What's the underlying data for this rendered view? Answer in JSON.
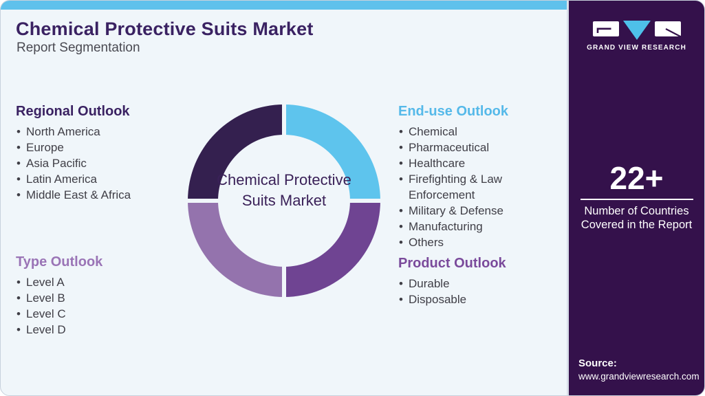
{
  "header": {
    "title": "Chemical Protective Suits Market",
    "subtitle": "Report Segmentation"
  },
  "donut": {
    "center_label": "Chemical Protective Suits Market",
    "segments": [
      {
        "position": "top-left",
        "color": "#34204F",
        "outlook": "Regional Outlook"
      },
      {
        "position": "top-right",
        "color": "#5EC4ED",
        "outlook": "End-use Outlook"
      },
      {
        "position": "bottom-right",
        "color": "#6F4492",
        "outlook": "Product Outlook"
      },
      {
        "position": "bottom-left",
        "color": "#9473AD",
        "outlook": "Type Outlook"
      }
    ]
  },
  "outlooks": {
    "regional": {
      "heading": "Regional Outlook",
      "color": "#3A2262",
      "items": [
        "North America",
        "Europe",
        "Asia Pacific",
        "Latin America",
        "Middle East & Africa"
      ]
    },
    "enduse": {
      "heading": "End-use Outlook",
      "color": "#55B9E9",
      "items": [
        "Chemical",
        "Pharmaceutical",
        "Healthcare",
        "Firefighting & Law Enforcement",
        "Military & Defense",
        "Manufacturing",
        "Others"
      ]
    },
    "type": {
      "heading": "Type Outlook",
      "color": "#9A74B6",
      "items": [
        "Level A",
        "Level B",
        "Level C",
        "Level D"
      ]
    },
    "product": {
      "heading": "Product Outlook",
      "color": "#7A4A9B",
      "items": [
        "Durable",
        "Disposable"
      ]
    }
  },
  "sidebar": {
    "brand": "GRAND VIEW RESEARCH",
    "stat_value": "22+",
    "stat_caption": "Number of Countries Covered in the Report",
    "source_label": "Source:",
    "source_url": "www.grandviewresearch.com"
  },
  "colors": {
    "top_bar": "#5FC1EC",
    "sidebar_bg": "#34114B",
    "page_bg": "#F0F6FA",
    "body_text": "#3F3E46"
  }
}
